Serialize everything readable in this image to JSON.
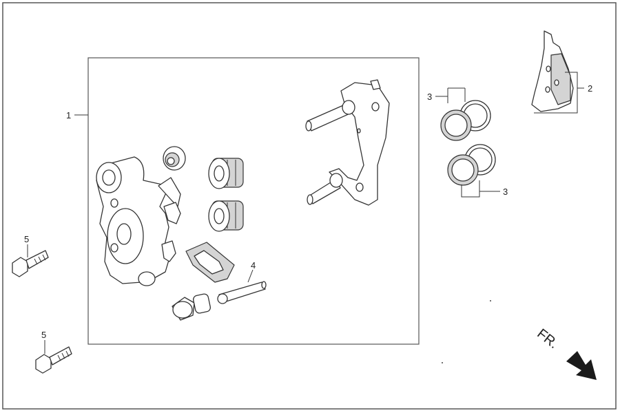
{
  "diagram": {
    "callouts": [
      {
        "id": "c1",
        "label": "1"
      },
      {
        "id": "c2",
        "label": "2"
      },
      {
        "id": "c3a",
        "label": "3"
      },
      {
        "id": "c3b",
        "label": "3"
      },
      {
        "id": "c4",
        "label": "4"
      },
      {
        "id": "c5a",
        "label": "5"
      },
      {
        "id": "c5b",
        "label": "5"
      }
    ],
    "direction_label": "FR."
  },
  "colors": {
    "line": "#333333",
    "shade": "#d4d4d4",
    "arrow": "#1a1a1a",
    "background": "#ffffff"
  }
}
